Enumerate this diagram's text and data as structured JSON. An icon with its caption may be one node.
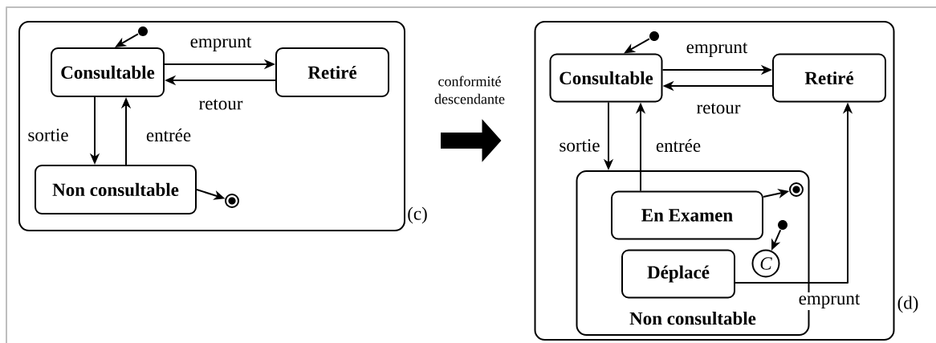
{
  "diagram": {
    "nodes": [
      {
        "text": [],
        "shape": "box",
        "beside": [
          "(c)"
        ]
      },
      {
        "text": [
          "Consultable"
        ],
        "in": 0
      },
      {
        "text": [
          "Retiré"
        ],
        "in": 0
      },
      {
        "text": [
          "Non consultable"
        ],
        "in": 0
      },
      {
        "text": [],
        "shape": "dot",
        "in": 0
      },
      {
        "text": [],
        "shape": "bullseye",
        "in": 0
      },
      {
        "text": [],
        "shape": "box",
        "beside": [
          "(d)"
        ]
      },
      {
        "text": [
          "Consultable"
        ],
        "in": 6
      },
      {
        "text": [
          "Retiré"
        ],
        "in": 6
      },
      {
        "text": [
          "Non consultable"
        ],
        "in": 6
      },
      {
        "text": [],
        "shape": "dot",
        "in": 6
      },
      {
        "text": [
          "En Examen"
        ],
        "in": 9
      },
      {
        "text": [],
        "shape": "bullseye",
        "in": 9
      },
      {
        "text": [
          "Déplacé"
        ],
        "in": 9
      },
      {
        "text": [],
        "shape": "dot",
        "in": 9
      },
      {
        "text": [
          "C"
        ],
        "in": 9
      }
    ],
    "edges": [
      {
        "from": 4,
        "to": 1,
        "arrow": "to"
      },
      {
        "from": 1,
        "to": 2,
        "arrow": "to",
        "label": "emprunt"
      },
      {
        "from": 2,
        "to": 1,
        "arrow": "to",
        "label": "retour"
      },
      {
        "from": 1,
        "to": 3,
        "arrow": "to",
        "label": "sortie"
      },
      {
        "from": 3,
        "to": 1,
        "arrow": "to",
        "label": "entrée"
      },
      {
        "from": 3,
        "to": 5,
        "arrow": "to"
      },
      {
        "from": 0,
        "to": 6,
        "arrow": "to",
        "label": "conformité descendante",
        "style": "thick"
      },
      {
        "from": 10,
        "to": 7,
        "arrow": "to"
      },
      {
        "from": 7,
        "to": 8,
        "arrow": "to",
        "label": "emprunt"
      },
      {
        "from": 8,
        "to": 7,
        "arrow": "to",
        "label": "retour"
      },
      {
        "from": 7,
        "to": 9,
        "arrow": "to",
        "label": "sortie"
      },
      {
        "from": 11,
        "to": 7,
        "arrow": "to",
        "label": "entrée"
      },
      {
        "from": 11,
        "to": 12,
        "arrow": "to"
      },
      {
        "from": 14,
        "to": 15,
        "arrow": "to"
      },
      {
        "from": 13,
        "to": 8,
        "arrow": "to",
        "label": "emprunt"
      }
    ]
  }
}
